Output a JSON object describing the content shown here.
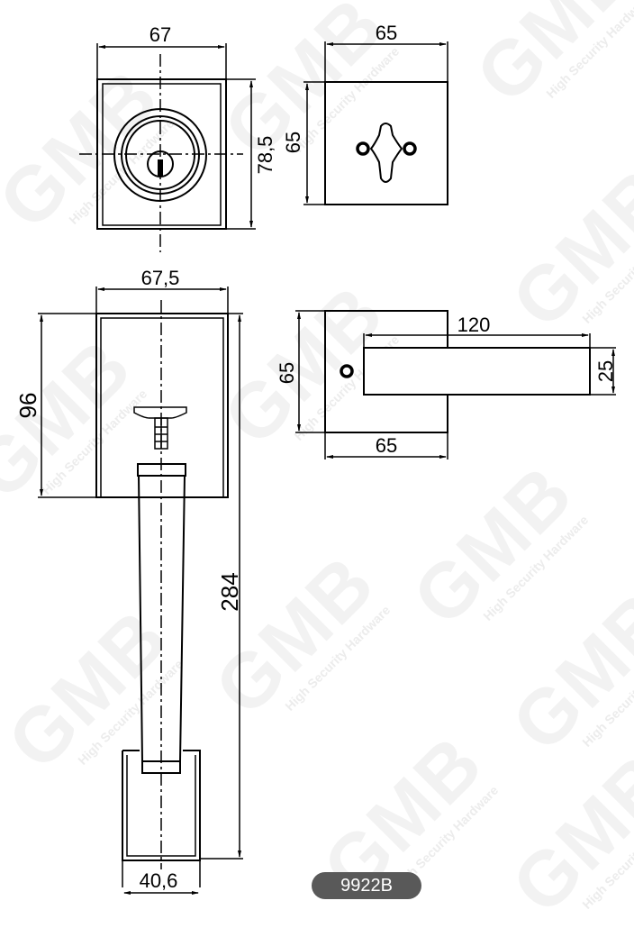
{
  "watermark": {
    "brand": "GMB",
    "tagline": "High Security Hardware",
    "color": "#f2f2f2"
  },
  "model_badge": {
    "label": "9922B",
    "background": "#595959",
    "text_color": "#ffffff"
  },
  "views": {
    "deadbolt_front": {
      "width_dim": "67",
      "height_dim": "78,5"
    },
    "deadbolt_back": {
      "width_dim": "65",
      "height_dim": "65"
    },
    "handleset_front": {
      "plate_width_dim": "67,5",
      "plate_height_dim": "96",
      "overall_height_dim": "284",
      "bottom_width_dim": "40,6"
    },
    "lever_back": {
      "lever_length_dim": "120",
      "lever_height_dim": "25",
      "rose_height_dim": "65",
      "rose_width_dim": "65"
    }
  }
}
